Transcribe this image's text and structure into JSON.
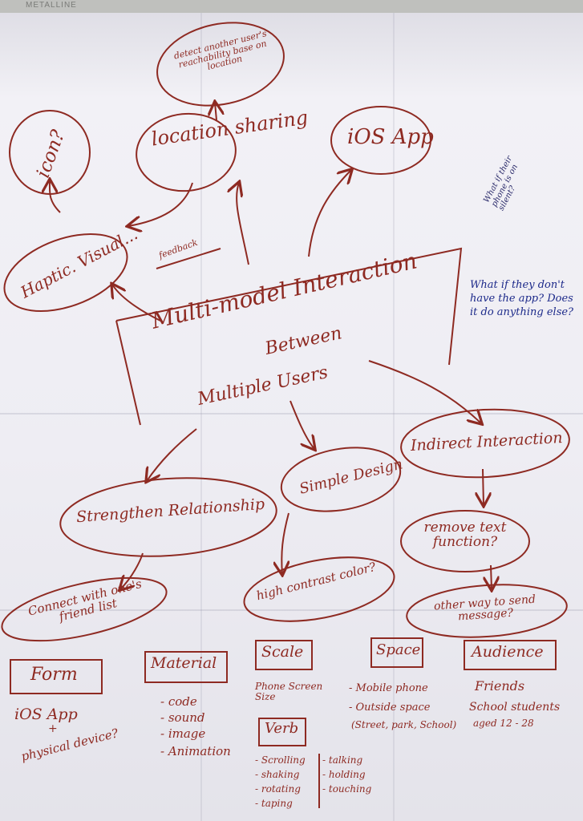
{
  "header": {
    "brand": "METALLINE"
  },
  "nodes": {
    "detect": "detect another user's reachability base on location",
    "location_sharing": "location sharing",
    "ios_app": "iOS App",
    "icon": "icon?",
    "haptic": "Haptic. Visual...",
    "feedback": "feedback",
    "main_line1": "Multi-model Interaction",
    "main_line2": "Between",
    "main_line3": "Multiple Users",
    "strengthen": "Strengthen Relationship",
    "simple_design": "Simple Design",
    "indirect": "Indirect Interaction",
    "remove_text": "remove text function?",
    "connect": "Connect with one's friend list",
    "high_contrast": "high contrast color?",
    "other_way": "other way to send message?"
  },
  "notes": {
    "silent": "What if their phone is on silent?",
    "no_app": "What if they don't have the app? Does it do anything else?"
  },
  "categories": {
    "form": {
      "title": "Form",
      "items": [
        "iOS App",
        "+",
        "physical device?"
      ]
    },
    "material": {
      "title": "Material",
      "items": [
        "- code",
        "- sound",
        "- image",
        "- Animation"
      ]
    },
    "scale": {
      "title": "Scale",
      "items": [
        "Phone Screen Size"
      ]
    },
    "verb": {
      "title": "Verb",
      "items_left": [
        "- Scrolling",
        "- shaking",
        "- rotating",
        "- taping"
      ],
      "items_right": [
        "- talking",
        "- holding",
        "- touching"
      ]
    },
    "space": {
      "title": "Space",
      "items": [
        "- Mobile phone",
        "- Outside space",
        "(Street, park, School)"
      ]
    },
    "audience": {
      "title": "Audience",
      "items": [
        "Friends",
        "School students",
        "aged 12 - 28"
      ]
    }
  },
  "colors": {
    "ink": "#8e2a22",
    "blue_ink": "#1d2a8a",
    "paper": "#eeedf3"
  }
}
